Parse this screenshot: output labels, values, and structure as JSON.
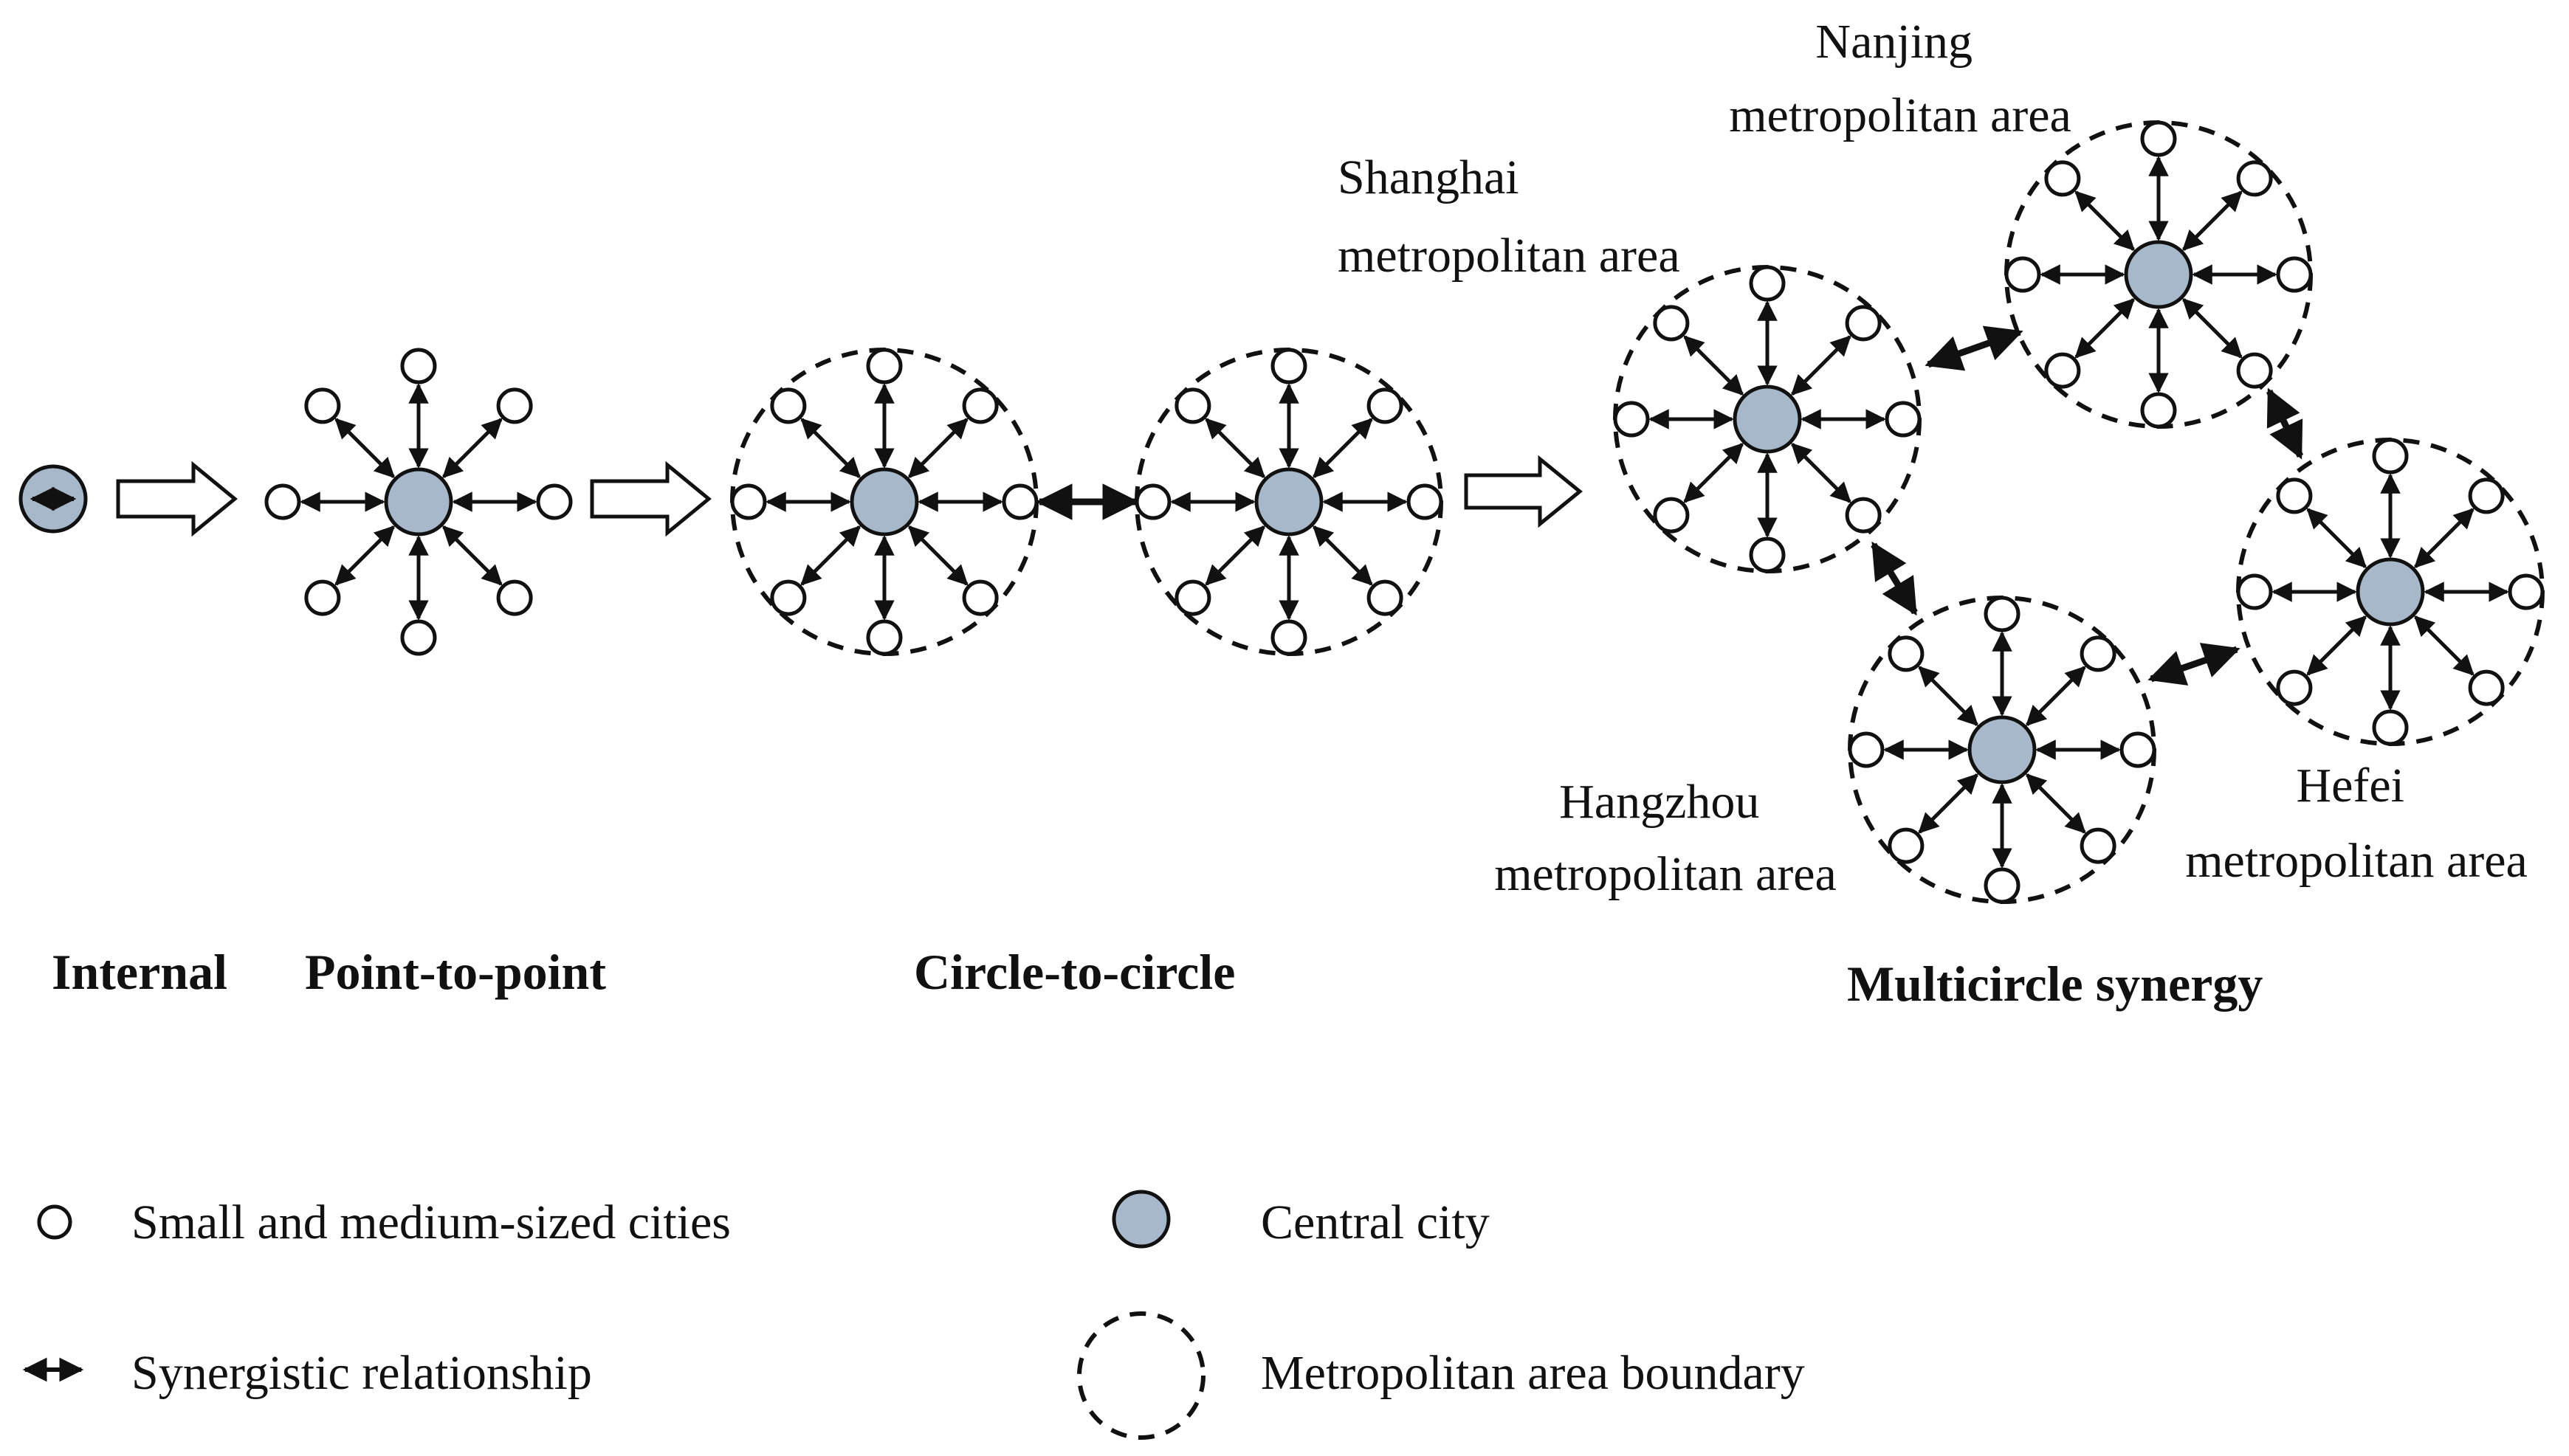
{
  "colors": {
    "central_fill": "#a8b8cb",
    "stroke": "#111111",
    "small_fill": "#ffffff"
  },
  "stages": {
    "internal": "Internal",
    "point_to_point": "Point-to-point",
    "circle_to_circle": "Circle-to-circle",
    "multicircle": "Multicircle synergy"
  },
  "areas": {
    "shanghai": [
      "Shanghai",
      "metropolitan area"
    ],
    "nanjing": [
      "Nanjing",
      "metropolitan area"
    ],
    "hangzhou": [
      "Hangzhou",
      "metropolitan area"
    ],
    "hefei": [
      "Hefei",
      "metropolitan area"
    ]
  },
  "legend": {
    "small_cities": "Small and medium-sized cities",
    "central_city": "Central city",
    "synergy": "Synergistic relationship",
    "boundary": "Metropolitan area boundary"
  },
  "icons": {
    "small_city": "hollow-circle",
    "central_city": "filled-circle",
    "synergy": "double-arrow",
    "boundary": "dashed-circle",
    "transition": "block-arrow"
  }
}
